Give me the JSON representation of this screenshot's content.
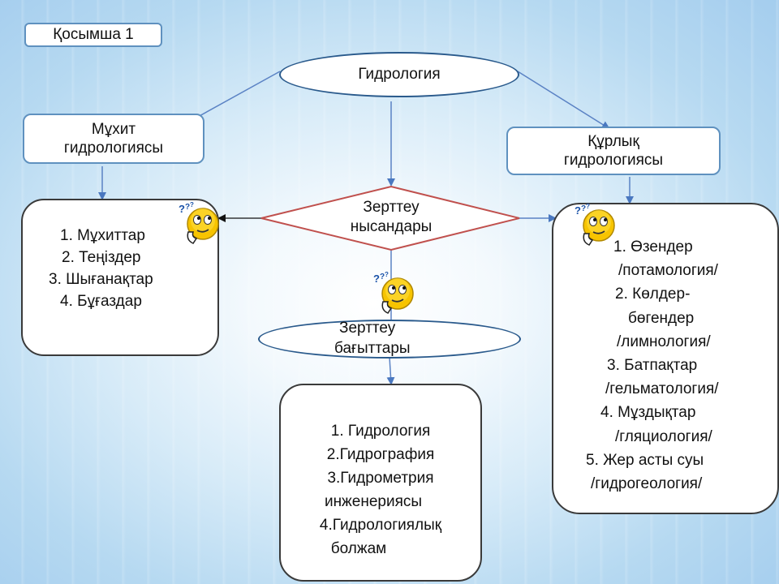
{
  "tag": "Қосымша 1",
  "root": "Гидрология",
  "left_branch": [
    "Мұхит",
    "гидрологиясы"
  ],
  "right_branch": [
    "Құрлық",
    "гидрологиясы"
  ],
  "center_diamond": [
    "Зерттеу",
    "нысандары"
  ],
  "center_ellipse": [
    "Зерттеу",
    "бағыттары"
  ],
  "left_list": [
    "1.  Мұхиттар",
    "2.  Теңіздер",
    "3.  Шығанақтар",
    "4.  Бұғаздар"
  ],
  "right_list": [
    "1.  Өзендер",
    "/потамология/",
    "2.  Көлдер-",
    "бөгендер",
    "/лимнология/",
    "3.  Батпақтар",
    "/гельматология/",
    "4.  Мұздықтар",
    "/гляциология/",
    "5.  Жер асты суы",
    "/гидрогеология/"
  ],
  "bottom_list": [
    "1. Гидрология",
    "2.Гидрография",
    "3.Гидрометрия",
    "инженериясы",
    "4.Гидрологиялық",
    "болжам"
  ],
  "colors": {
    "box_border": "#5f91bf",
    "ellipse_border": "#2a5a8c",
    "diamond_border": "#c0504d",
    "arrow": "#4a78c0",
    "smiley": "#f7c400"
  },
  "icons": [
    "thinking-smiley-icon",
    "question-marks-icon"
  ]
}
